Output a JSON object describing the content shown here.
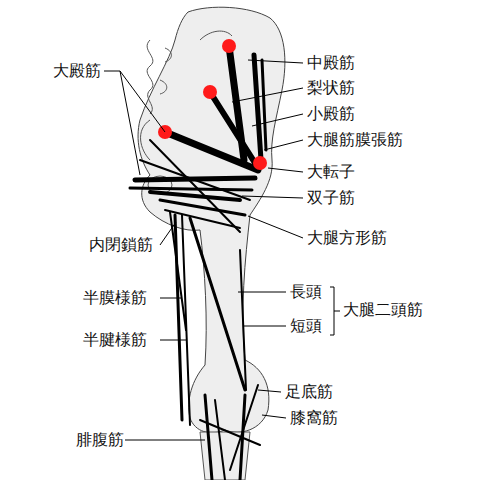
{
  "diagram": {
    "labels": [
      "大殿筋",
      "中殿筋",
      "梨状筋",
      "小殿筋",
      "大腿筋膜張筋",
      "大転子",
      "双子筋",
      "大腿方形筋",
      "内閉鎖筋",
      "長頭",
      "半膜様筋",
      "大腿二頭筋",
      "短頭",
      "半腱様筋",
      "足底筋",
      "膝窩筋",
      "腓腹筋"
    ]
  }
}
